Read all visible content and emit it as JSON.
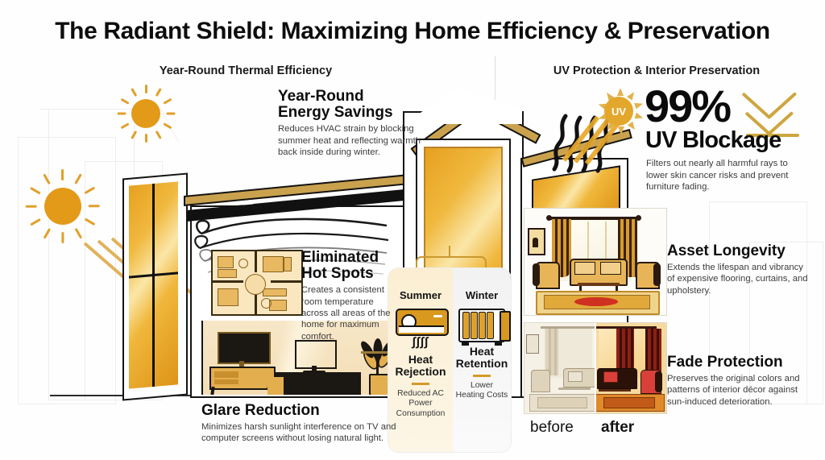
{
  "title": "The Radiant Shield: Maximizing Home Efficiency & Preservation",
  "sections": {
    "left_heading": "Year-Round Thermal Efficiency",
    "right_heading": "UV Protection & Interior Preservation"
  },
  "blocks": {
    "energy_savings": {
      "title_line1": "Year-Round",
      "title_line2": "Energy Savings",
      "body": "Reduces HVAC strain by blocking summer heat and reflecting warmth back inside during winter."
    },
    "hot_spots": {
      "title_line1": "Eliminated",
      "title_line2": "Hot Spots",
      "body": "Creates a consistent room temperature across all areas of the home for maximum comfort."
    },
    "glare": {
      "title": "Glare Reduction",
      "body": "Minimizes harsh sunlight interference on TV and computer screens without losing natural light."
    },
    "uv": {
      "percent": "99%",
      "title": "UV Blockage",
      "body": "Filters out nearly all harmful rays to lower skin cancer risks and prevent furniture fading.",
      "badge_label": "UV"
    },
    "asset": {
      "title": "Asset Longevity",
      "body": "Extends the lifespan and vibrancy of expensive flooring, curtains, and upholstery."
    },
    "fade": {
      "title": "Fade Protection",
      "body": "Preserves the original colors and patterns of interior décor against sun-induced deterioration."
    }
  },
  "season_card": {
    "summer": {
      "season": "Summer",
      "headline_line1": "Heat",
      "headline_line2": "Rejection",
      "sub": "Reduced AC Power Consumption",
      "icon": "air-conditioner-icon"
    },
    "winter": {
      "season": "Winter",
      "headline_line1": "Heat",
      "headline_line2": "Retention",
      "sub": "Lower Heating Costs",
      "icon": "radiator-icon"
    }
  },
  "before_after": {
    "before": "before",
    "after": "after"
  },
  "colors": {
    "gold": "#e39a19",
    "gold_light": "#f0b93f",
    "cream": "#fbeed2",
    "ink": "#141414",
    "body_text": "#3c3c3c",
    "winter_gray": "#f2f2f2",
    "bracket": "#c9992f"
  }
}
